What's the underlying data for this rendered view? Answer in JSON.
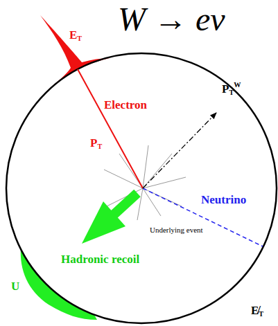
{
  "diagram": {
    "title": "W → eν",
    "labels": [
      "ET",
      "Electron",
      "PT",
      "PTW",
      "Neutrino",
      "Underlying event",
      "Hadronic recoil",
      "U",
      "E̸T"
    ]
  }
}
